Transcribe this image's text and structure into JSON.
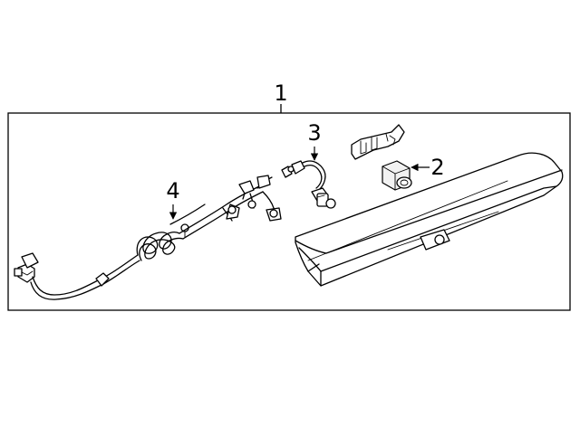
{
  "callouts": {
    "assembly": "1",
    "camera": "2",
    "camera_harness": "3",
    "wiring_harness": "4"
  }
}
